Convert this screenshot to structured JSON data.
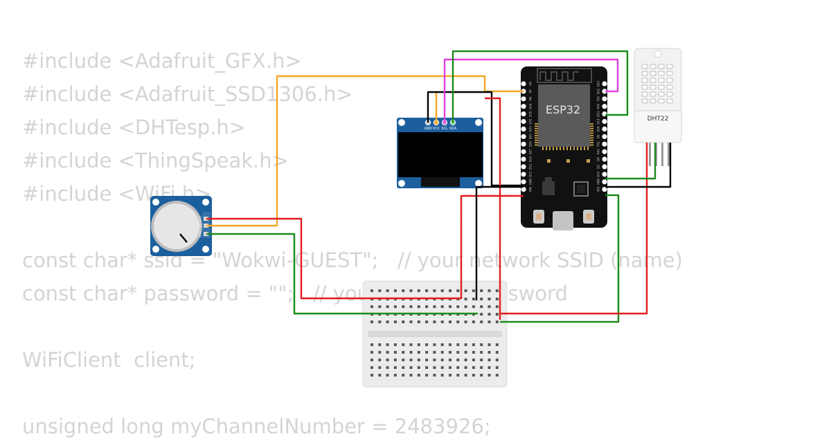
{
  "code_lines": [
    "#include <Adafruit_GFX.h>",
    "#include <Adafruit_SSD1306.h>",
    "#include <DHTesp.h>",
    "#include <ThingSpeak.h>",
    "#include <WiFi.h>",
    "",
    "const char* ssid = \"Wokwi-GUEST\";   // your network SSID (name)",
    "const char* password = \"\";   // your network password",
    "",
    "WiFiClient  client;",
    "",
    "unsigned long myChannelNumber = 2483926;"
  ],
  "esp32": {
    "label": "ESP32",
    "left_pins": [
      "EN",
      "VP",
      "VN",
      "D34",
      "D35",
      "D32",
      "D33",
      "D25",
      "D26",
      "D27",
      "D14",
      "D12",
      "D13",
      "GND",
      "VIN"
    ],
    "right_pins": [
      "D23",
      "D22",
      "TX0",
      "RX0",
      "D21",
      "D19",
      "D18",
      "D5",
      "TX2",
      "RX2",
      "D4",
      "D2",
      "D15",
      "GND",
      "3V3"
    ]
  },
  "oled": {
    "pins": [
      "GND",
      "VCC",
      "SCL",
      "SDA"
    ]
  },
  "dht22": {
    "label": "DHT22"
  },
  "potentiometer": {
    "pins": [
      "GND",
      "SIG",
      "VCC"
    ]
  },
  "wire_colors": {
    "red": "#e21b1b",
    "black": "#000000",
    "green": "#1a8a1a",
    "orange": "#f5a623",
    "magenta": "#e040e0"
  }
}
